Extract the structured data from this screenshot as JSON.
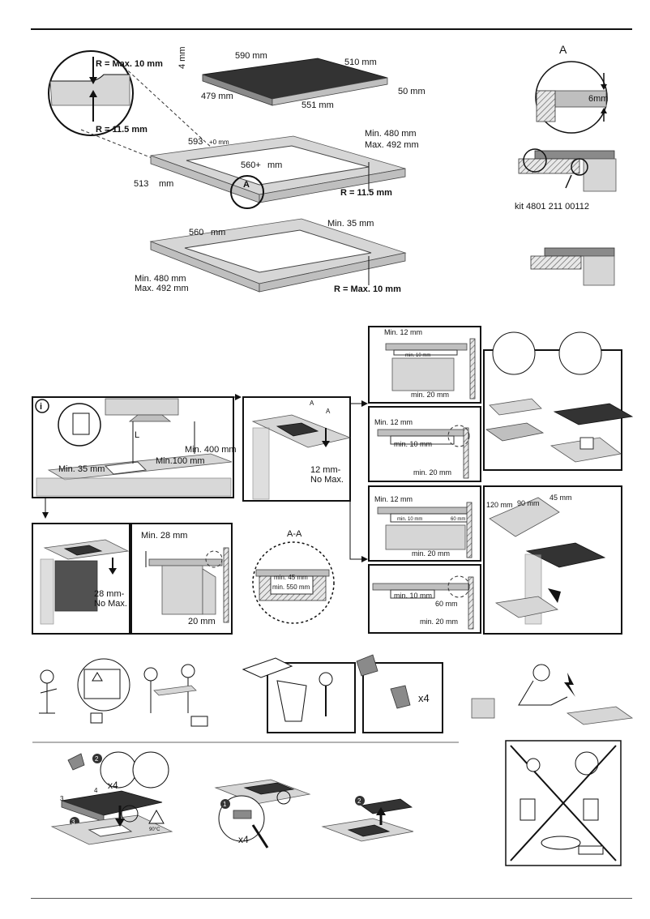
{
  "top_section": {
    "detail_a_top": "R = Max. 10 mm",
    "detail_a_bottom": "R = 11.5 mm",
    "hob_depth": "4 mm",
    "hob_width_top": "590 mm",
    "hob_depth_right": "510 mm",
    "hob_width_bottom": "479 mm",
    "hob_height": "50 mm",
    "hob_inner_width": "551 mm",
    "cutout_width": "593",
    "cutout_width_tol": "+0 mm",
    "cutout_inner": "560+",
    "cutout_inner_tol": "mm",
    "cutout_depth": "513",
    "cutout_depth_tol": "mm",
    "min_480": "Min. 480 mm",
    "max_492": "Max. 492 mm",
    "marker_a": "A",
    "corner_radius": "R = 11.5 mm",
    "frame_width": "560",
    "frame_width_tol": "mm",
    "min_35": "Min. 35 mm",
    "frame_min_480": "Min. 480 mm",
    "frame_max_492": "Max. 492 mm",
    "frame_radius": "R = Max. 10 mm",
    "side_a_label": "A",
    "side_6mm": "6mm",
    "kit_code": "kit 4801 211 00112"
  },
  "middle_section": {
    "info_icon": "i",
    "min_400": "Min. 400 mm",
    "min_100": "Min.100 mm",
    "min_35": "Min. 35 mm",
    "label_l": "L",
    "sec_a1": "A",
    "sec_a2": "A",
    "range_12": "12 mm-",
    "no_max_1": "No Max.",
    "range_28": "28 mm-",
    "no_max_2": "No Max.",
    "min_28": "Min. 28 mm",
    "dim_20": "20 mm",
    "aa_title": "A-A",
    "min_45": "min. 45 mm",
    "min_550": "min. 550 mm",
    "p1_min12": "Min. 12 mm",
    "p1_min10": "min. 10 mm",
    "p1_min20": "min. 20 mm",
    "p2_min12": "Min. 12 mm",
    "p2_min10": "min. 10 mm",
    "p2_min20": "min. 20 mm",
    "p3_min12": "Min. 12 mm",
    "p3_min10": "min. 10 mm",
    "p3_60": "60 mm",
    "p3_min20": "min. 20 mm",
    "p4_min10": "min. 10 mm",
    "p4_60": "60 mm",
    "p4_min20": "min. 20 mm",
    "dim_120": "120 mm",
    "dim_90": "90 mm",
    "dim_45": "45 mm"
  },
  "bottom_section": {
    "x4_clips": "x4",
    "x4_step": "x4",
    "x4_screw": "x4",
    "step1": "1",
    "step2": "2",
    "step3": "3",
    "step2b": "2",
    "num3": "3",
    "num4": "4",
    "temp": "90°C"
  }
}
